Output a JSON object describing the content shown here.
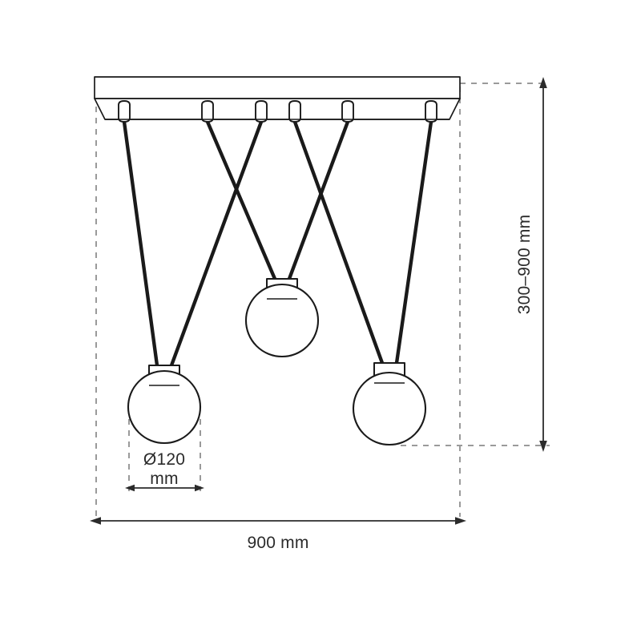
{
  "drawing": {
    "title": "Pendant lamp technical dimension drawing",
    "product": "6-cord 3-globe pendant light",
    "colors": {
      "line": "#1a1a1a",
      "cord": "#1a1a1a",
      "dimension": "#2b2b2b",
      "extension_dash": "#9a9a9a",
      "background": "#ffffff"
    }
  },
  "dimensions": {
    "width": {
      "label": "900 mm",
      "value": 900,
      "unit": "mm",
      "orientation": "horizontal",
      "measures": "ceiling-plate-width"
    },
    "drop": {
      "label": "300–900 mm",
      "min": 300,
      "max": 900,
      "unit": "mm",
      "orientation": "vertical",
      "measures": "adjustable-suspension-height"
    },
    "globe": {
      "label_line1": "Ø120",
      "label_line2": "mm",
      "value": 120,
      "unit": "mm",
      "orientation": "horizontal",
      "measures": "globe-shade-diameter"
    }
  },
  "components": {
    "ceiling_plate": {
      "name": "ceiling-mount-plate"
    },
    "cord_grips": {
      "name": "cord-grip",
      "count": 6
    },
    "cords": {
      "name": "suspension-cord",
      "count": 6
    },
    "globes": {
      "name": "globe-shade",
      "count": 3
    },
    "sockets": {
      "name": "lamp-socket-cap",
      "count": 3
    }
  }
}
